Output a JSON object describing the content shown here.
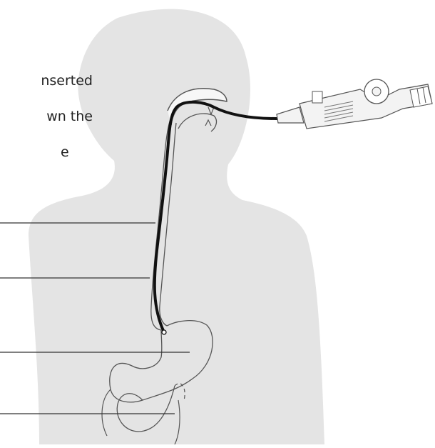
{
  "caption": {
    "lines": [
      "nserted",
      "wn the",
      "e"
    ]
  },
  "colors": {
    "body_silhouette": "#e4e4e4",
    "outline": "#4a4a4a",
    "tube": "#111111",
    "scope": "#f3f3f3",
    "leader": "#333333"
  },
  "icons": {
    "endoscope": "endoscope-icon"
  }
}
